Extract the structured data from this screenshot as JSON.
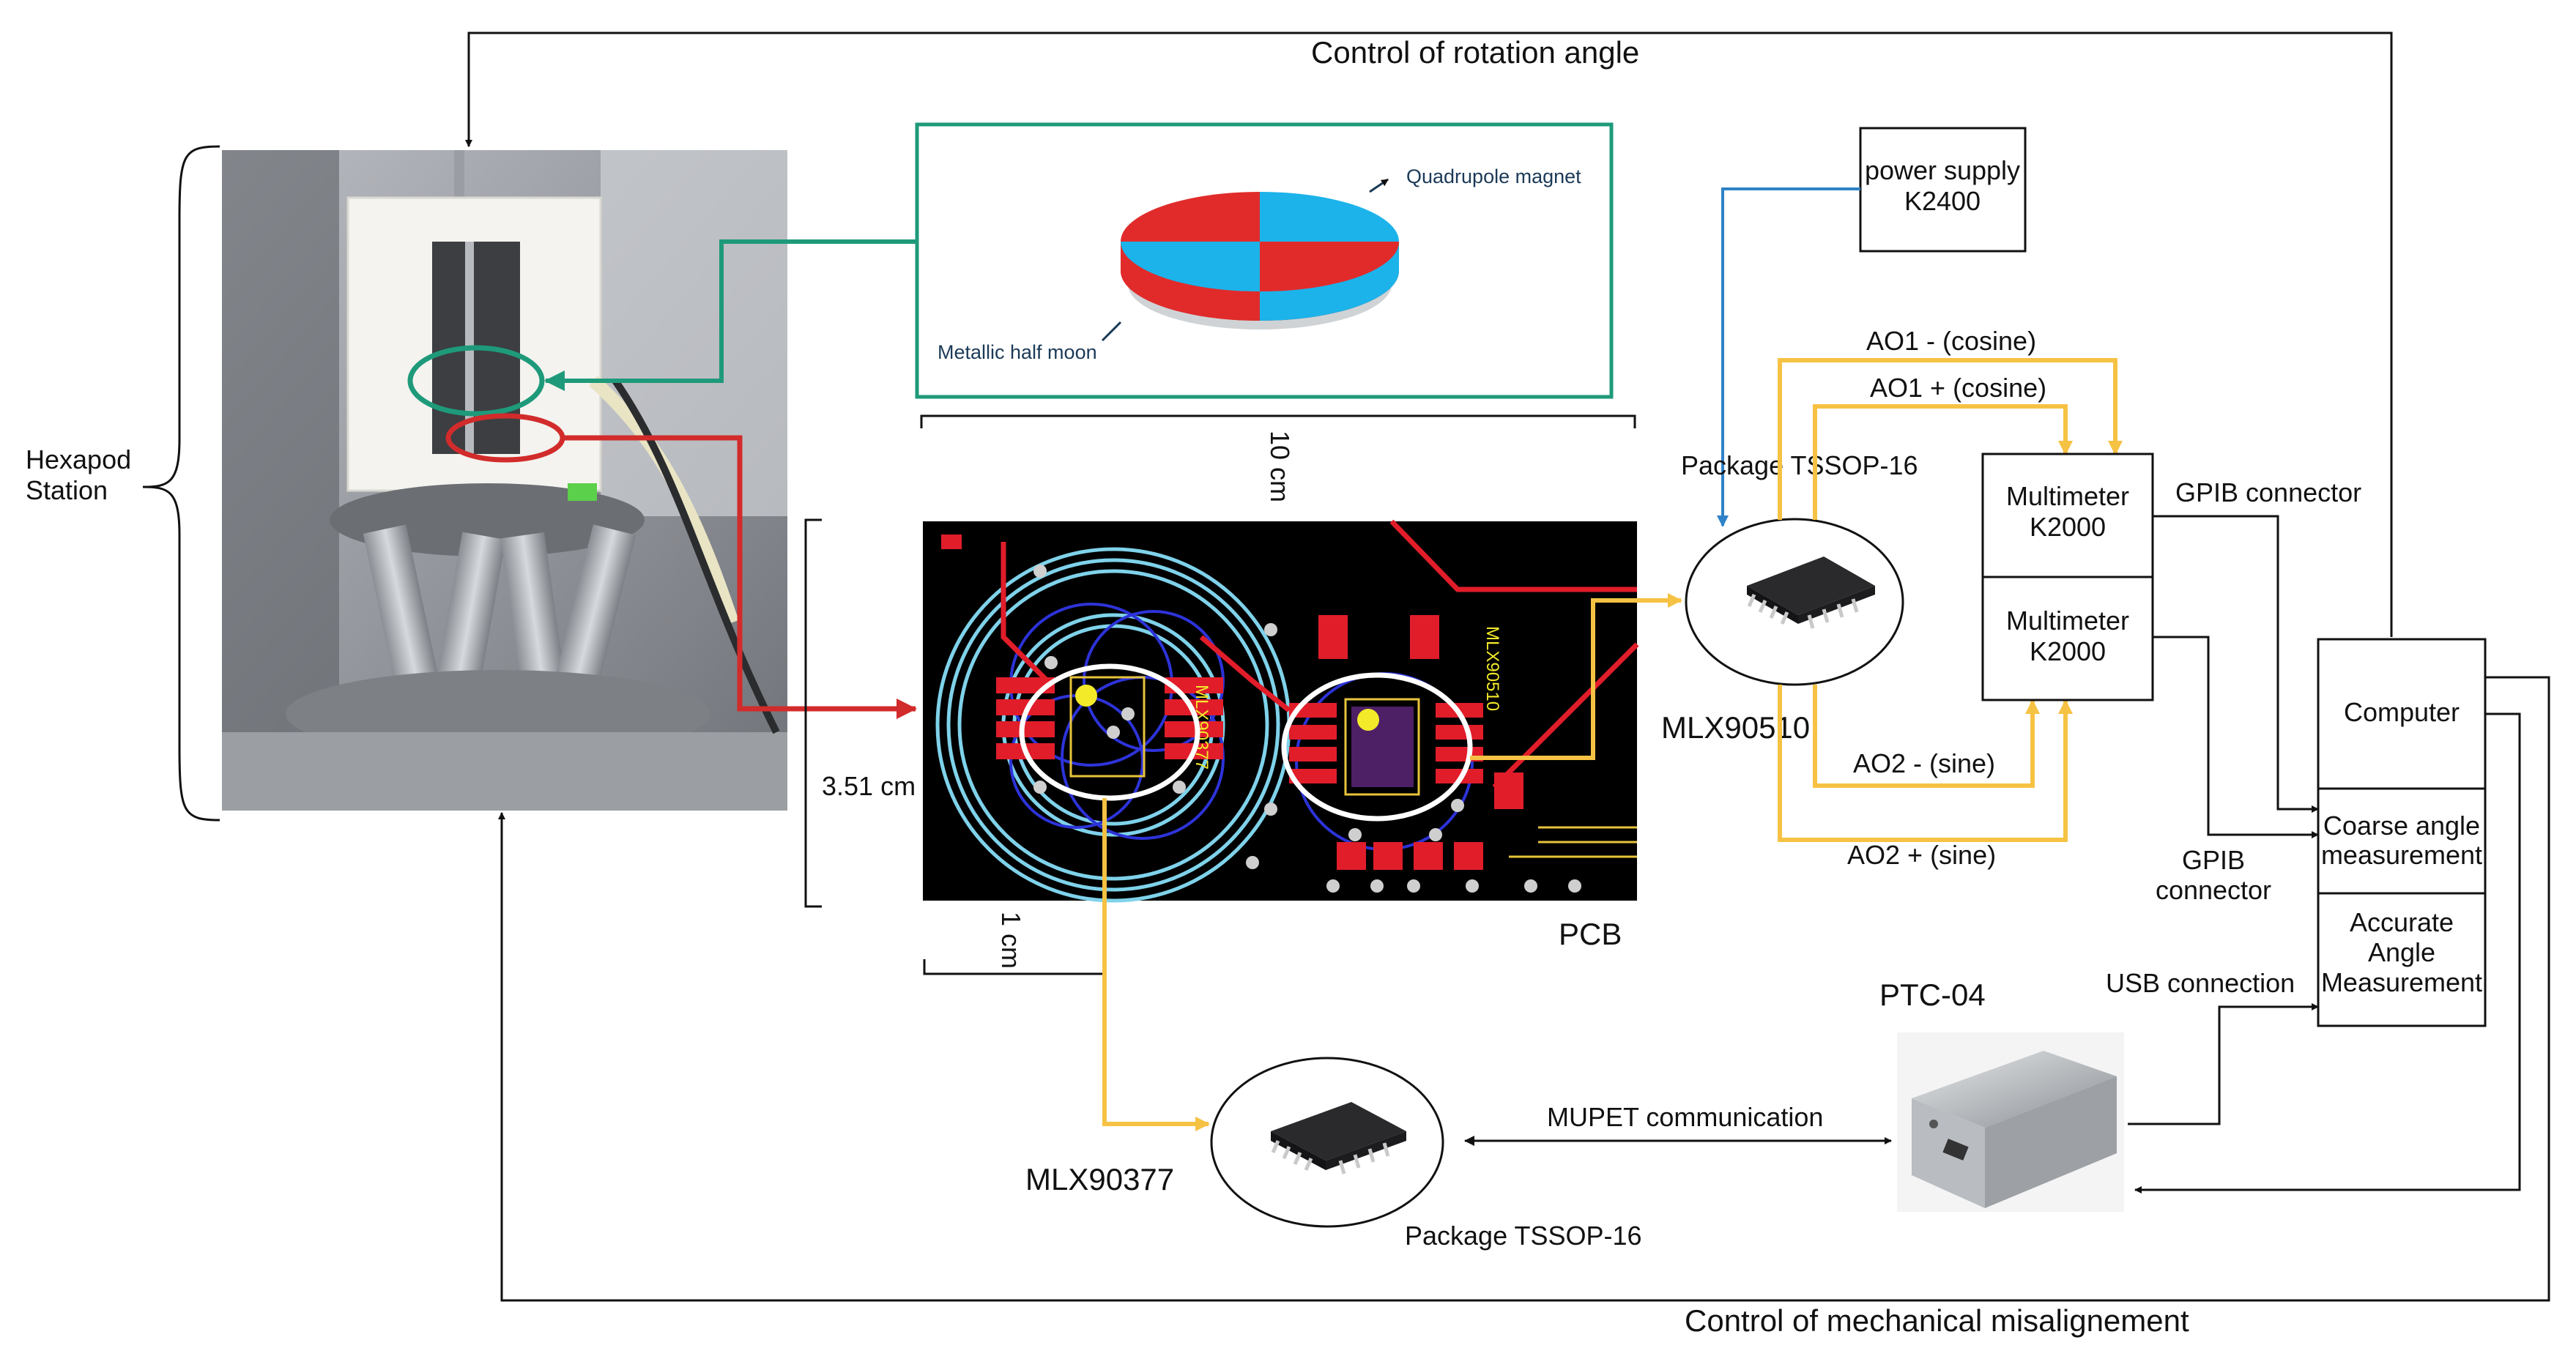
{
  "diagram": {
    "top_feedback_label": "Control of rotation angle",
    "bottom_feedback_label": "Control of mechanical misalignement",
    "hexapod_label_line1": "Hexapod",
    "hexapod_label_line2": "Station",
    "magnet_labels": {
      "quadrupole": "Quadrupole magnet",
      "half_moon": "Metallic half moon"
    },
    "dimensions": {
      "width": "10 cm",
      "height": "3.51 cm",
      "scale": "1 cm"
    },
    "pcb_label": "PCB",
    "pcb_texts": {
      "chip1": "MLX90510",
      "chip2": "MLX90377"
    },
    "power_supply": {
      "line1": "power supply",
      "line2": "K2400"
    },
    "package_top": "Package TSSOP-16",
    "package_bottom": "Package TSSOP-16",
    "sensor_top": "MLX90510",
    "sensor_bottom": "MLX90377",
    "signals": {
      "ao1_minus": "AO1 - (cosine)",
      "ao1_plus": "AO1 + (cosine)",
      "ao2_minus": "AO2 - (sine)",
      "ao2_plus": "AO2 + (sine)"
    },
    "multimeter1": {
      "line1": "Multimeter",
      "line2": "K2000"
    },
    "multimeter2": {
      "line1": "Multimeter",
      "line2": "K2000"
    },
    "gpib_top": "GPIB connector",
    "gpib_bottom": {
      "line1": "GPIB",
      "line2": "connector"
    },
    "computer": {
      "title": "Computer",
      "coarse_line1": "Coarse angle",
      "coarse_line2": "measurement",
      "accurate_line1": "Accurate",
      "accurate_line2": "Angle",
      "accurate_line3": "Measurement"
    },
    "usb_label": "USB connection",
    "ptc_label": "PTC-04",
    "mupet_label": "MUPET communication",
    "colors": {
      "signal": "#f6c244",
      "power": "#2f82c8",
      "hexapod_link": "#d22b2b",
      "magnet_link": "#1e9a7a",
      "pcb_bg": "#000000"
    }
  }
}
